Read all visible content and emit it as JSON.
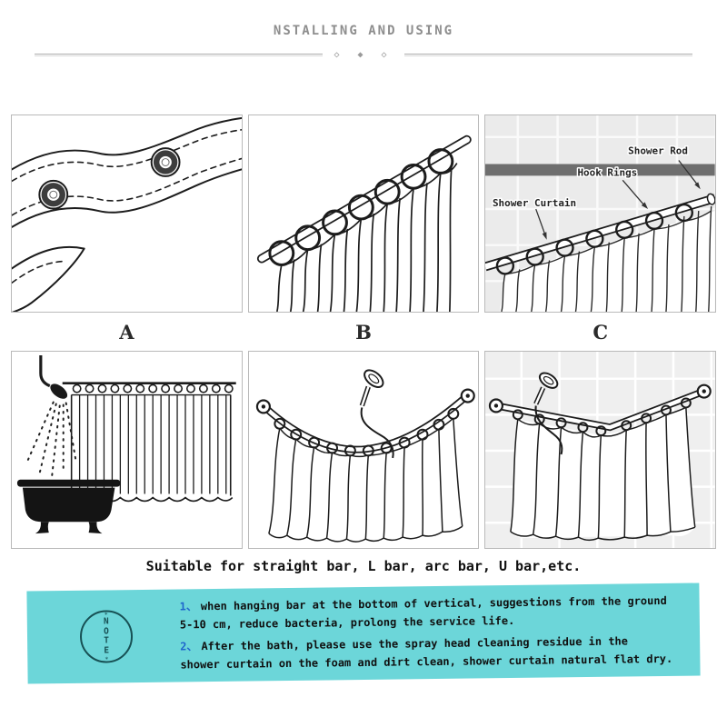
{
  "header": {
    "title": "NSTALLING AND USING",
    "ornament": "◇ ◆ ◇"
  },
  "panels": {
    "a_label": "A",
    "b_label": "B",
    "c_label": "C",
    "c_annotations": {
      "shower_rod": "Shower Rod",
      "hook_rings": "Hook Rings",
      "shower_curtain": "Shower Curtain"
    }
  },
  "suitable_text": "Suitable for straight bar, L bar, arc bar, U bar,etc.",
  "note": {
    "stamp_star": "∗",
    "stamp_letters": [
      "N",
      "O",
      "T",
      "E"
    ],
    "items": [
      {
        "num": "1、",
        "line1": "when hanging bar at the bottom of vertical, suggestions from the ground",
        "line2": "5-10 cm, reduce bacteria, prolong the service life."
      },
      {
        "num": "2、",
        "line1": "After the bath, please use the spray head cleaning residue in the",
        "line2": "shower curtain on the foam and dirt clean, shower curtain natural flat dry."
      }
    ]
  },
  "colors": {
    "note_bg": "#6cd6d9",
    "note_number": "#1f66cc",
    "stamp": "#175054",
    "header_gray": "#8e8e8e"
  }
}
